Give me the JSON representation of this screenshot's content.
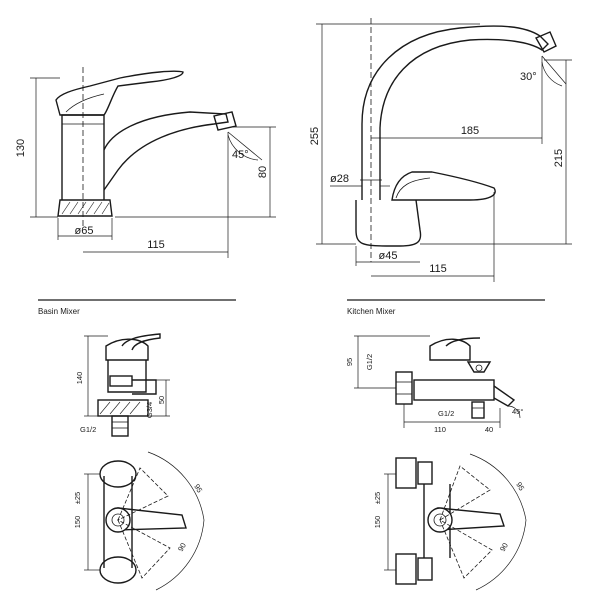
{
  "basin_front": {
    "height_total": "130",
    "spout_height": "80",
    "base_diameter": "ø65",
    "spout_reach": "115",
    "spout_angle": "45°"
  },
  "kitchen_front": {
    "height_total": "255",
    "spout_height": "215",
    "spout_reach": "185",
    "spout_angle": "30°",
    "body_diameter": "ø28",
    "base_diameter": "ø45",
    "base_reach": "115"
  },
  "captions": {
    "left": "Basin Mixer",
    "right": "Kitchen Mixer"
  },
  "basin_detail": {
    "height": "140",
    "thread_side": "G3/4",
    "side_dim": "50",
    "thread_bottom": "G1/2",
    "spacing": "150",
    "spacing_tol": "±25",
    "angle_top": "95",
    "angle_bottom": "90"
  },
  "kitchen_detail": {
    "height": "95",
    "thread_side": "G1/2",
    "thread_bottom": "G1/2",
    "length": "110",
    "outlet": "40",
    "outlet_angle": "45°",
    "spacing": "150",
    "spacing_tol": "±25",
    "angle_top": "95",
    "angle_bottom": "90"
  }
}
